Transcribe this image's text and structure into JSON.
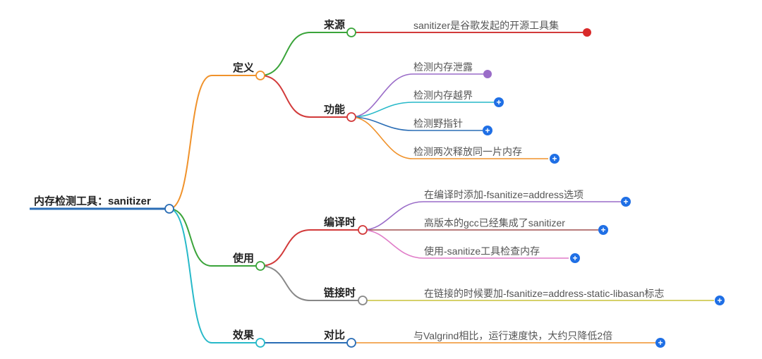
{
  "root": {
    "label": "内存检测工具：sanitizer"
  },
  "branches": {
    "def": {
      "label": "定义"
    },
    "use": {
      "label": "使用"
    },
    "effect": {
      "label": "效果"
    }
  },
  "sub": {
    "source": {
      "label": "来源"
    },
    "function": {
      "label": "功能"
    },
    "compile": {
      "label": "编译时"
    },
    "link": {
      "label": "链接时"
    },
    "compare": {
      "label": "对比"
    }
  },
  "leaves": {
    "source_1": "sanitizer是谷歌发起的开源工具集",
    "function_1": "检测内存泄露",
    "function_2": "检测内存越界",
    "function_3": "检测野指针",
    "function_4": "检测两次释放同一片内存",
    "compile_1": "在编译时添加-fsanitize=address选项",
    "compile_2": "高版本的gcc已经集成了sanitizer",
    "compile_3": "使用-sanitize工具检查内存",
    "link_1": "在链接的时候要加-fsanitize=address-static-libasan标志",
    "compare_1": "与Valgrind相比，运行速度快，大约只降低2倍"
  },
  "icons": {
    "expand": "+"
  },
  "colors": {
    "root": "#2a6db5",
    "def": "#f0922b",
    "use": "#3aa43a",
    "effect": "#27b9c9",
    "source": "#3aa43a",
    "function": "#d23a3a",
    "compile": "#d23a3a",
    "link": "#888888",
    "compare": "#2a6db5"
  }
}
